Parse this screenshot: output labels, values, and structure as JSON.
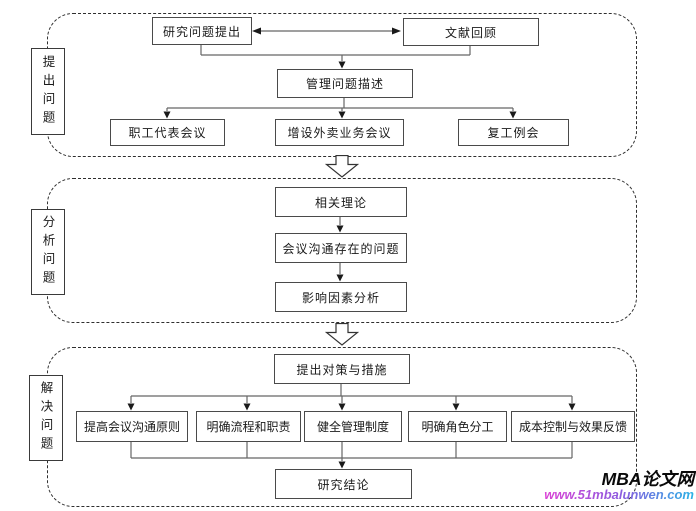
{
  "diagram": {
    "type": "flowchart",
    "sections": [
      {
        "label": "提出问题",
        "nodes": {
          "research_question": "研究问题提出",
          "literature_review": "文献回顾",
          "management_problem": "管理问题描述",
          "staff_meeting": "职工代表会议",
          "takeout_meeting": "增设外卖业务会议",
          "resumption_meeting": "复工例会"
        }
      },
      {
        "label": "分析问题",
        "nodes": {
          "related_theory": "相关理论",
          "communication_problems": "会议沟通存在的问题",
          "factor_analysis": "影响因素分析"
        }
      },
      {
        "label": "解决问题",
        "nodes": {
          "countermeasures": "提出对策与措施",
          "communication_principles": "提高会议沟通原则",
          "process_duties": "明确流程和职责",
          "management_system": "健全管理制度",
          "role_division": "明确角色分工",
          "cost_feedback": "成本控制与效果反馈",
          "conclusion": "研究结论"
        }
      }
    ],
    "edges": [
      "研究问题提出 <-> 文献回顾",
      "研究问题提出+文献回顾 -> 管理问题描述",
      "管理问题描述 -> 职工代表会议 / 增设外卖业务会议 / 复工例会",
      "相关理论 -> 会议沟通存在的问题 -> 影响因素分析",
      "提出对策与措施 -> 提高会议沟通原则 / 明确流程和职责 / 健全管理制度 / 明确角色分工 / 成本控制与效果反馈",
      "五项对策 -> 研究结论"
    ],
    "colors": {
      "line": "#666666",
      "arrow": "#1a1a1a",
      "border": "#4a4a4a",
      "dashed_border": "#2e2e2e"
    }
  },
  "watermark": {
    "brand": "MBA论文网",
    "url": "www.51mbalunwen.com",
    "url_color_start": "#e83fd4",
    "url_color_end": "#2bb3e6"
  }
}
